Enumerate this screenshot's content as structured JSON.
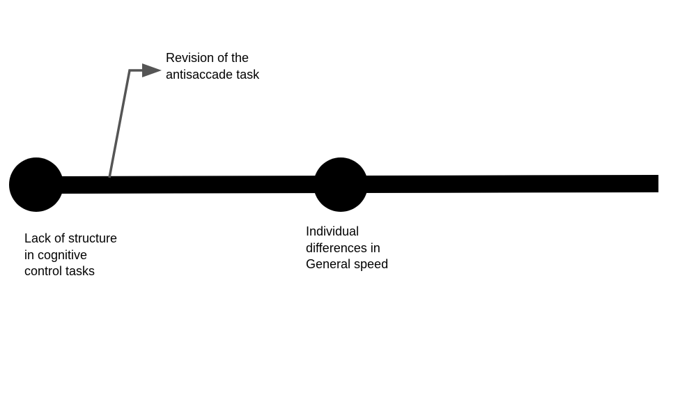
{
  "colors": {
    "background": "#ffffff",
    "timeline": "#000000",
    "branch_arrow": "#555555",
    "text": "#000000"
  },
  "branch": {
    "label": "Revision of the\nantisaccade task"
  },
  "nodes": [
    {
      "label": "Lack of structure\nin cognitive\ncontrol tasks"
    },
    {
      "label": "Individual\ndifferences in\nGeneral speed"
    }
  ]
}
